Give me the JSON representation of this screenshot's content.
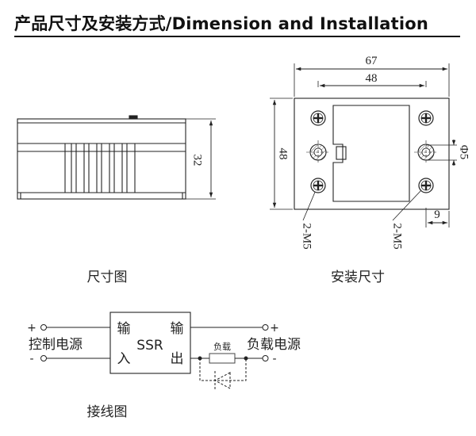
{
  "header": {
    "title": "产品尺寸及安装方式/Dimension and  Installation"
  },
  "side_view": {
    "caption": "尺寸图",
    "height_label": "32"
  },
  "mount_view": {
    "caption": "安装尺寸",
    "width_outer_label": "67",
    "width_inner_label": "48",
    "height_label": "48",
    "hole_diameter_label": "Φ5",
    "edge_offset_label": "9",
    "screw_left_label": "2-M5",
    "screw_right_label": "2-M5"
  },
  "wiring": {
    "caption": "接线图",
    "block_label": "SSR",
    "input_char_top": "输",
    "input_char_bottom": "入",
    "output_char_top": "输",
    "output_char_bottom": "出",
    "control_supply_label": "控制电源",
    "load_supply_label": "负载电源",
    "load_label": "负载",
    "plus_sign": "+",
    "minus_sign": "-"
  },
  "colors": {
    "ink": "#222222",
    "load_box": "#444444"
  },
  "icons": [
    "screw-cross-icon",
    "diode-icon",
    "terminal-circle-icon"
  ]
}
